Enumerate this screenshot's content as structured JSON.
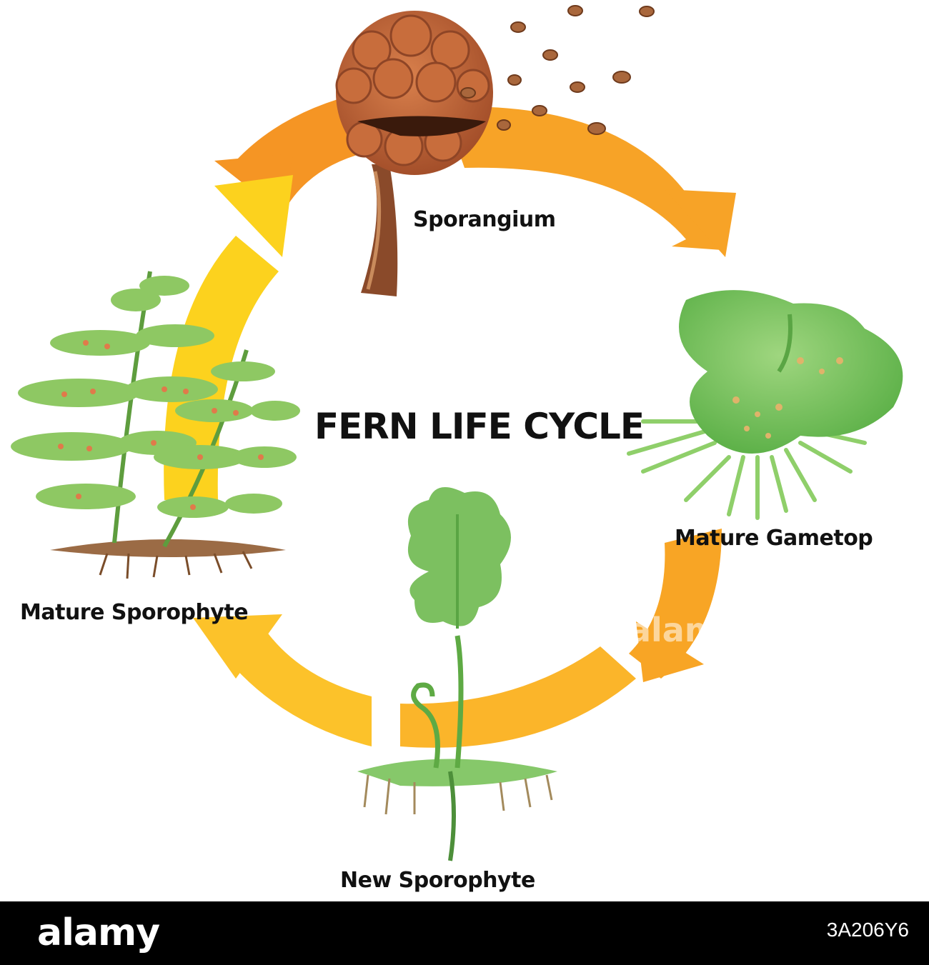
{
  "diagram": {
    "title": "FERN LIFE CYCLE",
    "stages": [
      {
        "id": "sporangium",
        "label": "Sporangium"
      },
      {
        "id": "mature-gametophyte",
        "label": "Mature Gametop"
      },
      {
        "id": "new-sporophyte",
        "label": "New Sporophyte"
      },
      {
        "id": "mature-sporophyte",
        "label": "Mature Sporophyte"
      }
    ],
    "cycle_direction": "clockwise"
  },
  "watermark": "alamy",
  "footer": {
    "brand": "alamy",
    "image_id": "3A206Y6"
  },
  "colors": {
    "arrow_orange": "#f7a327",
    "arrow_yellow": "#fcd21e",
    "leaf_green": "#7cc576",
    "sporangium_brown": "#b65f35",
    "footer_bg": "#000000"
  }
}
